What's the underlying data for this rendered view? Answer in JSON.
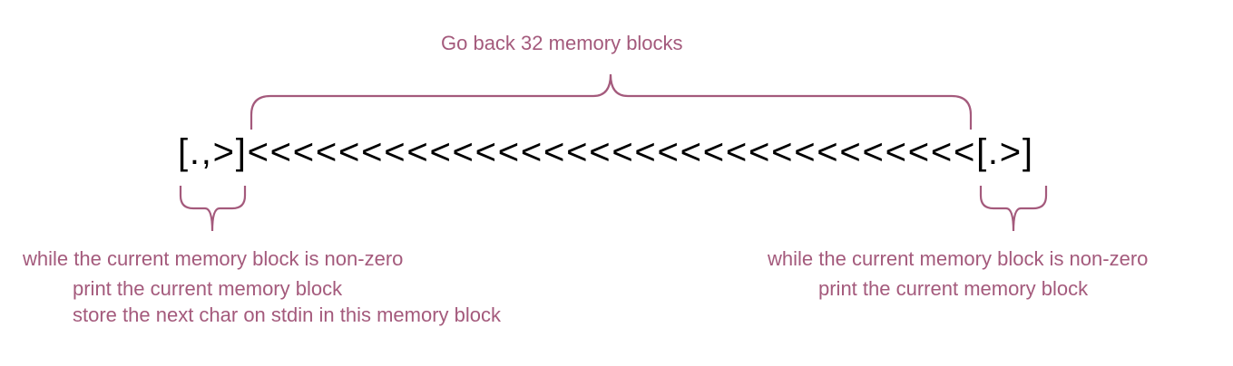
{
  "code": {
    "loop_one": "[.,>]",
    "back_moves": "<<<<<<<<<<<<<<<<<<<<<<<<<<<<<<<<",
    "loop_two": "[.>]"
  },
  "annotations": {
    "top": "Go back 32 memory blocks",
    "left": {
      "line1": "while the current memory block is non-zero",
      "line2": "print the current memory block",
      "line3": "store the next char on stdin in this memory block"
    },
    "right": {
      "line1": "while the current memory block is non-zero",
      "line2": "print the current memory block"
    }
  },
  "colors": {
    "annotation": "#a45a7c",
    "code": "#000000"
  }
}
